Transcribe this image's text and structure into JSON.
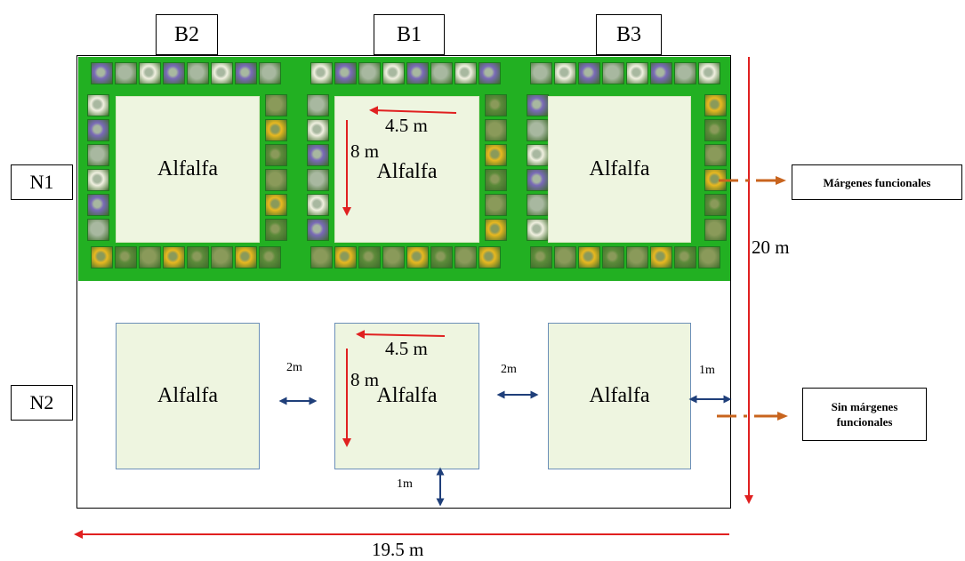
{
  "blocks": {
    "b2": "B2",
    "b1": "B1",
    "b3": "B3"
  },
  "levels": {
    "n1": "N1",
    "n2": "N2"
  },
  "plots": {
    "n1_b2": "Alfalfa",
    "n1_b1": "Alfalfa",
    "n1_b3": "Alfalfa",
    "n2_b2": "Alfalfa",
    "n2_b1": "Alfalfa",
    "n2_b3": "Alfalfa"
  },
  "dimensions": {
    "plot_width_n1": "4.5 m",
    "plot_length_n1": "8 m",
    "plot_width_n2": "4.5 m",
    "plot_length_n2": "8 m",
    "gap_left": "2m",
    "gap_right": "2m",
    "edge_right": "1m",
    "edge_bottom": "1m",
    "field_height": "20 m",
    "field_width": "19.5 m"
  },
  "legend": {
    "with_margins": "Márgenes funcionales",
    "without_margins": "Sin márgenes funcionales"
  },
  "colors": {
    "margin_green": "#22b022",
    "plot_fill": "#eef5e0",
    "red_arrow": "#e02020",
    "blue_arrow": "#1f3f7a",
    "orange_arrow": "#c8641e"
  },
  "flower_tile_colors": [
    "#7a6ab8",
    "#e8b820",
    "#a8b8a0",
    "#5c8a3a",
    "#f0f0e0",
    "#8a9a5a"
  ]
}
